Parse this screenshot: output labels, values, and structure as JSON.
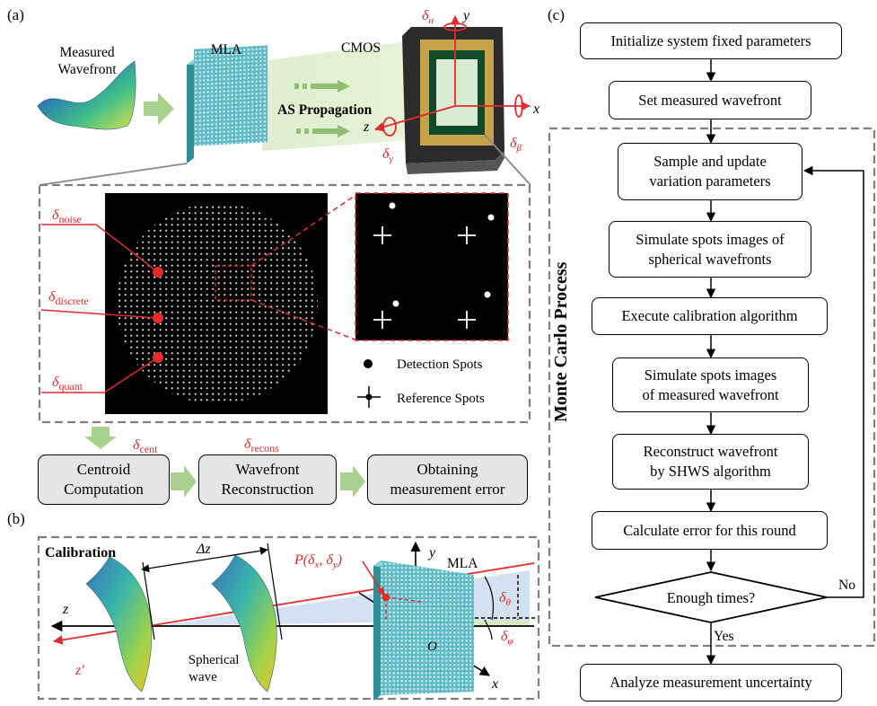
{
  "panels": {
    "a": "(a)",
    "b": "(b)",
    "c": "(c)"
  },
  "colors": {
    "accent_red": "#e32b2b",
    "arrow_green": "#a9d18e",
    "box_gray": "#e6e6e6",
    "mla_cyan": "#6fc7cf"
  },
  "panel_a": {
    "measured_wavefront": [
      "Measured",
      "Wavefront"
    ],
    "mla_label": "MLA",
    "cmos_label": "CMOS",
    "as_propagation": "AS Propagation",
    "axes": {
      "x": "x",
      "y": "y",
      "z": "z"
    },
    "rotations": {
      "alpha": "α",
      "beta": "β",
      "gamma": "γ"
    },
    "delta": "δ",
    "error_sources": [
      {
        "symbol": "δ",
        "sub": "noise"
      },
      {
        "symbol": "δ",
        "sub": "discrete"
      },
      {
        "symbol": "δ",
        "sub": "quant"
      }
    ],
    "legend": {
      "detection": "Detection Spots",
      "reference": "Reference Spots"
    },
    "centroid_error": {
      "symbol": "δ",
      "sub": "cent"
    },
    "recons_error": {
      "symbol": "δ",
      "sub": "recons"
    },
    "pipeline": [
      [
        "Centroid",
        "Computation"
      ],
      [
        "Wavefront",
        "Reconstruction"
      ],
      [
        "Obtaining",
        "measurement error"
      ]
    ]
  },
  "panel_b": {
    "title": "Calibration",
    "delta_z": "Δz",
    "point_label": "P(δ",
    "point_x": "x",
    "point_sep": ", δ",
    "point_y": "y",
    "point_close": ")",
    "axis_z": "z",
    "axis_z_prime": "z′",
    "axis_x": "x",
    "axis_y": "y",
    "origin": "O",
    "mla": "MLA",
    "spherical_wave": [
      "Spherical",
      "wave"
    ],
    "theta": "θ",
    "phi": "φ"
  },
  "panel_c": {
    "steps": [
      [
        "Initialize  system fixed parameters"
      ],
      [
        "Set measured wavefront"
      ],
      [
        "Sample and update",
        "variation parameters"
      ],
      [
        "Simulate spots images of",
        "spherical wavefronts"
      ],
      [
        "Execute calibration algorithm"
      ],
      [
        "Simulate spots images",
        "of measured wavefront"
      ],
      [
        "Reconstruct wavefront",
        "by SHWS algorithm"
      ],
      [
        "Calculate error for this round"
      ]
    ],
    "decision": "Enough times?",
    "no": "No",
    "yes": "Yes",
    "final": "Analyze measurement uncertainty",
    "loop_label": "Monte Carlo Process"
  }
}
